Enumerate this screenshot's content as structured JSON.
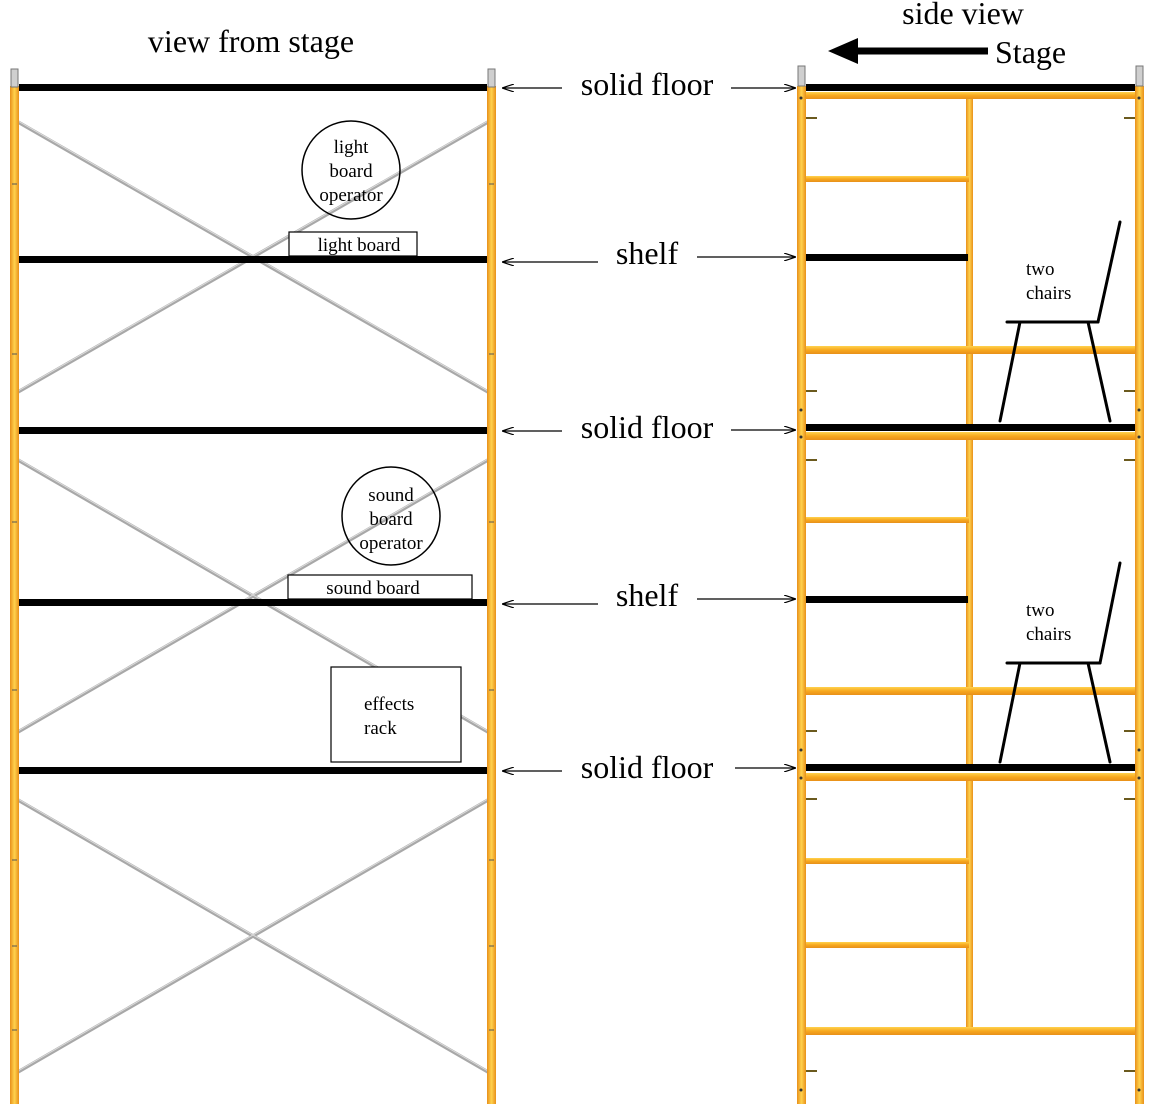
{
  "front_view": {
    "title": "view from stage",
    "light_operator": [
      "light",
      "board",
      "operator"
    ],
    "light_board": "light board",
    "sound_operator": [
      "sound",
      "board",
      "operator"
    ],
    "sound_board": "sound board",
    "effects_rack": [
      "effects",
      "rack"
    ]
  },
  "side_view": {
    "title": "side view",
    "stage_label": "Stage",
    "chairs_upper": [
      "two",
      "chairs"
    ],
    "chairs_lower": [
      "two",
      "chairs"
    ]
  },
  "callouts": {
    "floor_top": "solid floor",
    "shelf_upper": "shelf",
    "floor_middle": "solid floor",
    "shelf_lower": "shelf",
    "floor_lower": "solid floor"
  },
  "colors": {
    "frame": "#f5a623",
    "frame_light": "#ffd24d",
    "brace": "#a8a8a8",
    "deck": "#000000"
  }
}
